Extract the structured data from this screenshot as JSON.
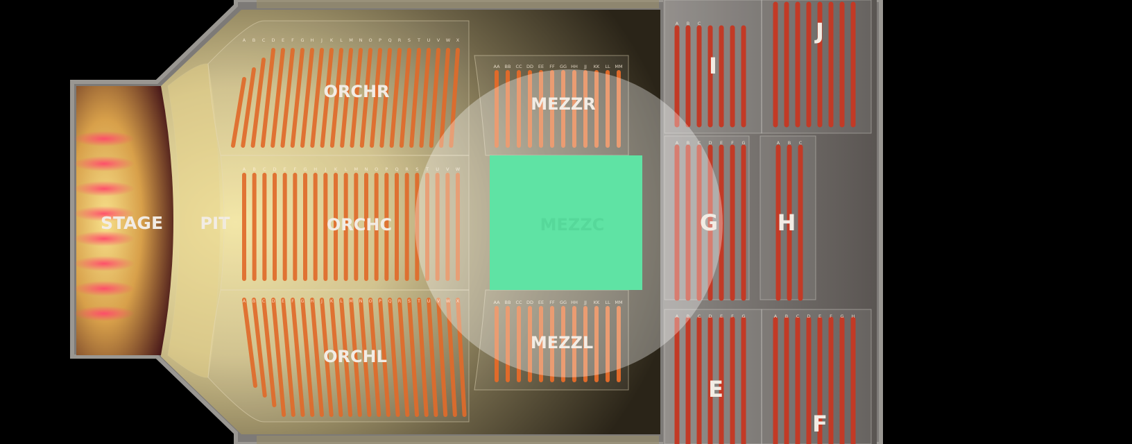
{
  "venue_map": {
    "sections": {
      "stage": "STAGE",
      "pit": "PIT",
      "orch_right": "ORCHR",
      "orch_center": "ORCHC",
      "orch_left": "ORCHL",
      "mezz_right": "MEZZR",
      "mezz_center": "MEZZC",
      "mezz_left": "MEZZL",
      "i": "I",
      "j": "J",
      "g": "G",
      "h": "H",
      "e": "E",
      "f": "F"
    },
    "selected_section": "MEZZC",
    "selected_color": "#5fe3a4",
    "row_letters": {
      "orch_right": [
        "A",
        "B",
        "C",
        "D",
        "E",
        "F",
        "G",
        "H",
        "J",
        "K",
        "L",
        "M",
        "N",
        "O",
        "P",
        "Q",
        "R",
        "S",
        "T",
        "U",
        "V",
        "W",
        "X"
      ],
      "orch_center": [
        "A",
        "B",
        "C",
        "D",
        "E",
        "F",
        "G",
        "H",
        "J",
        "K",
        "L",
        "M",
        "N",
        "O",
        "P",
        "Q",
        "R",
        "S",
        "T",
        "U",
        "V",
        "W"
      ],
      "orch_left": [
        "A",
        "B",
        "C",
        "D",
        "E",
        "F",
        "G",
        "H",
        "J",
        "K",
        "L",
        "M",
        "N",
        "O",
        "P",
        "Q",
        "R",
        "S",
        "T",
        "U",
        "V",
        "W",
        "X"
      ],
      "mezz": [
        "AA",
        "BB",
        "CC",
        "DD",
        "EE",
        "FF",
        "GG",
        "HH",
        "JJ",
        "KK",
        "LL",
        "MM"
      ],
      "side_i": [
        "A",
        "B",
        "C"
      ],
      "side_g": [
        "A",
        "B",
        "C",
        "D",
        "E",
        "F",
        "G"
      ],
      "side_h": [
        "A",
        "B",
        "C"
      ],
      "side_e": [
        "A",
        "B",
        "C",
        "D",
        "E",
        "F",
        "G"
      ],
      "side_f": [
        "A",
        "B",
        "C",
        "D",
        "E",
        "F",
        "G",
        "H"
      ]
    },
    "colors": {
      "orchestra_seats": "#e06a2a",
      "side_seats": "#c23a26",
      "stage_glow": "#f5d27a",
      "hover_circle": "#ffffff"
    }
  }
}
